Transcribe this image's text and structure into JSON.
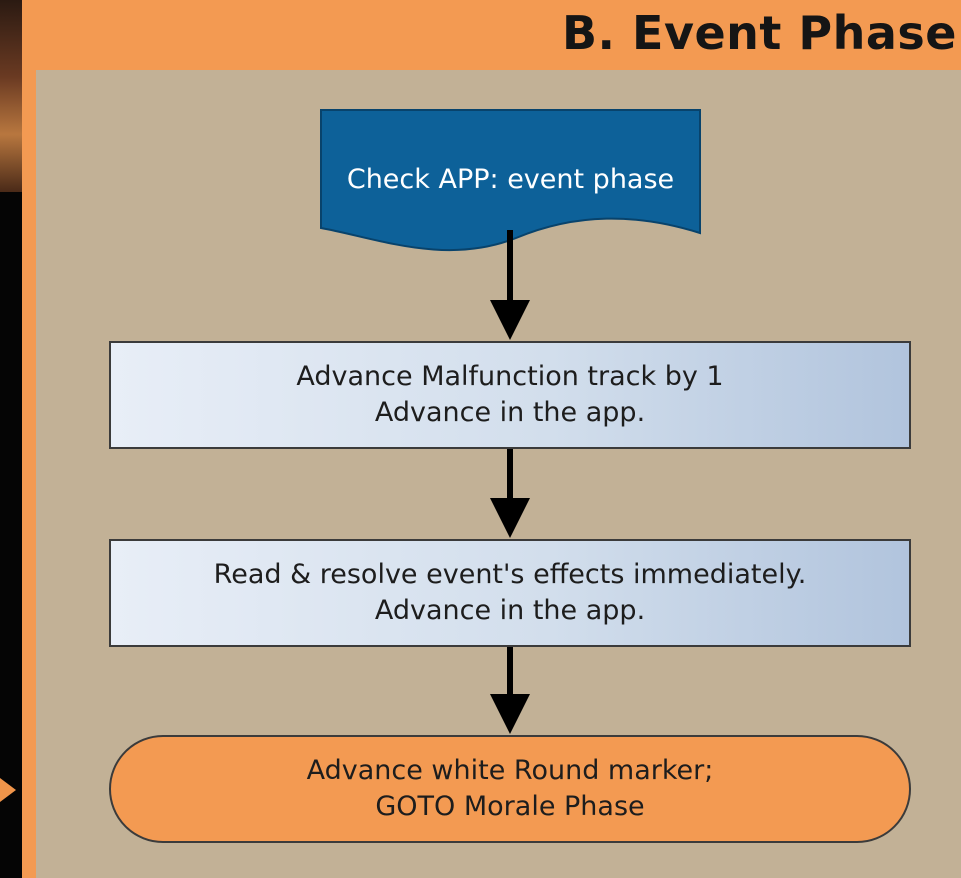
{
  "header": {
    "title": "B. Event Phase"
  },
  "flow": {
    "start": {
      "text": "Check APP: event phase"
    },
    "step1": {
      "line1": "Advance Malfunction track by 1",
      "line2": "Advance in the app."
    },
    "step2": {
      "line1": "Read & resolve event's effects immediately.",
      "line2": "Advance in the app."
    },
    "end": {
      "line1": "Advance white Round marker;",
      "line2": "GOTO Morale Phase"
    }
  },
  "colors": {
    "panel_orange": "#f39a52",
    "panel_body": "#c2b196",
    "document_blue": "#0d6199",
    "process_light": "#e6ecf5",
    "process_dark": "#b3c6de",
    "terminal_orange": "#f39a52"
  }
}
